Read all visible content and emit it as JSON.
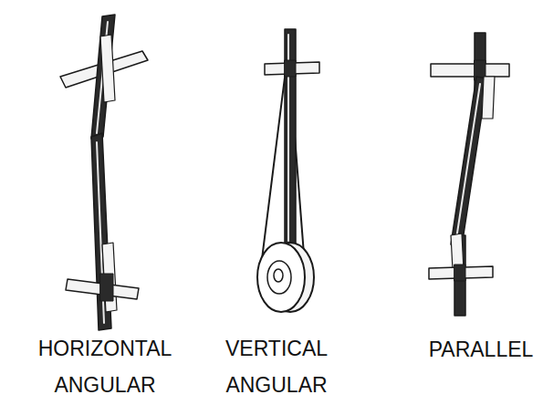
{
  "diagram": {
    "labels": [
      "HORIZONTAL ANGULAR",
      "VERTICAL ANGULAR",
      "PARALLEL"
    ]
  }
}
